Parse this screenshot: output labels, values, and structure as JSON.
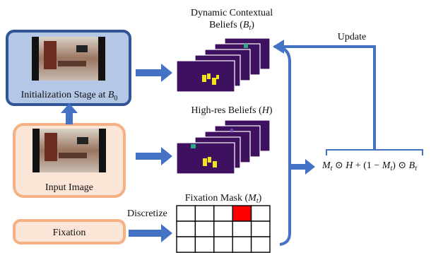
{
  "labels": {
    "init_stage": "Initialization Stage at ",
    "init_sub": "0",
    "input_image": "Input Image",
    "fixation": "Fixation",
    "dynamic_title_1": "Dynamic Contextual",
    "dynamic_title_2": "Beliefs (",
    "dynamic_sym": "B",
    "dynamic_sub": "t",
    "close_paren": ")",
    "highres_title": "High-res Beliefs (",
    "highres_sym": "H",
    "mask_title": "Fixation Mask (",
    "mask_sym": "M",
    "mask_sub": "t",
    "update": "Update",
    "discretize": "Discretize"
  },
  "formula": {
    "m": "M",
    "sub_t": "t",
    "odot": " ⊙ ",
    "h": "H",
    "plus_open": " + (1 − ",
    "close": ")",
    "b": "B"
  },
  "colors": {
    "init_fill": "#b4c7e7",
    "init_border": "#2f5597",
    "orange_fill": "#fbe5d6",
    "orange_border": "#f4b183",
    "arrow": "#4472c4",
    "belief_dark": "#3e1060",
    "highlight_yellow": "#f2e31e",
    "highlight_teal": "#2aa88a",
    "mask_active": "#ff0000"
  },
  "mask_grid": {
    "rows": 3,
    "cols": 5,
    "active_cell": [
      0,
      3
    ]
  }
}
